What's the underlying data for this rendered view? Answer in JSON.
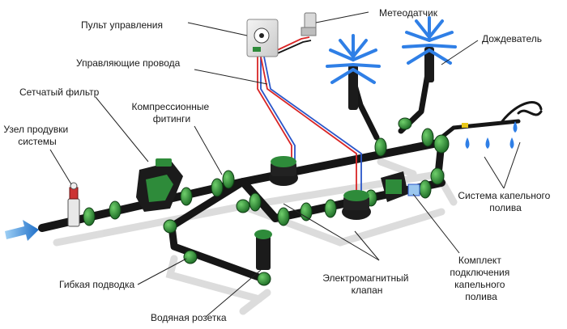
{
  "labels": {
    "controller": "Пульт управления",
    "weather_sensor": "Метеодатчик",
    "control_wires": "Управляющие провода",
    "sprinkler": "Дождеватель",
    "mesh_filter": "Сетчатый фильтр",
    "compression_fittings_1": "Компрессионные",
    "compression_fittings_2": "фитинги",
    "purge_unit_1": "Узел продувки",
    "purge_unit_2": "системы",
    "drip_system_1": "Система капельного",
    "drip_system_2": "полива",
    "flexible_hose": "Гибкая подводка",
    "solenoid_valve_1": "Электромагнитный",
    "solenoid_valve_2": "клапан",
    "drip_kit_1": "Комплект",
    "drip_kit_2": "подключения",
    "drip_kit_3": "капельного",
    "drip_kit_4": "полива",
    "water_outlet": "Водяная розетка"
  },
  "colors": {
    "pipe": "#161616",
    "fitting": "#2e8b3a",
    "spray": "#2f7fe6",
    "wire_red": "#d92626",
    "wire_blue": "#2a56c9",
    "arrow": "#2f86d8"
  }
}
